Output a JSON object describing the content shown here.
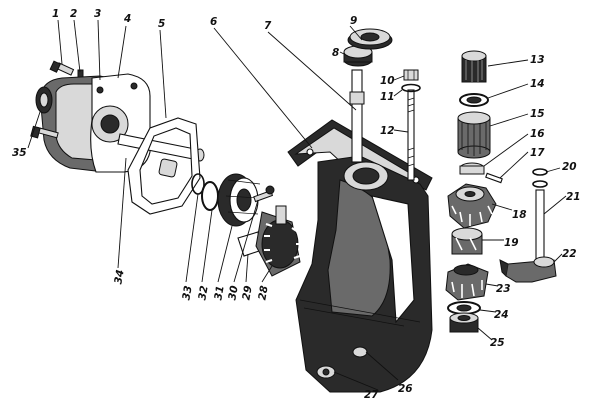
{
  "labels": {
    "n1": "1",
    "n2": "2",
    "n3": "3",
    "n4": "4",
    "n5": "5",
    "n6": "6",
    "n7": "7",
    "n8": "8",
    "n9": "9",
    "n10": "10",
    "n11": "11",
    "n12": "12",
    "n13": "13",
    "n14": "14",
    "n15": "15",
    "n16": "16",
    "n17": "17",
    "n18": "18",
    "n19": "19",
    "n20": "20",
    "n21": "21",
    "n22": "22",
    "n23": "23",
    "n24": "24",
    "n25": "25",
    "n26": "26",
    "n27": "27",
    "n28": "28",
    "n29": "29",
    "n30": "30",
    "n31": "31",
    "n32": "32",
    "n33": "33",
    "n34": "34",
    "n35": "35"
  },
  "colors": {
    "ink": "#111111",
    "shade": "#2a2a2a",
    "mid": "#6a6a6a",
    "paper": "#ffffff"
  }
}
